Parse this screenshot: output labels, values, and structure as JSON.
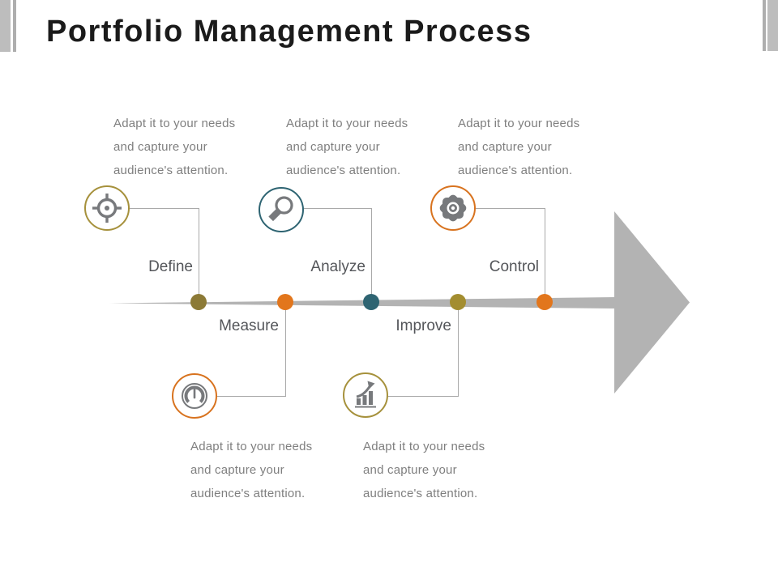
{
  "slide": {
    "title": "Portfolio Management Process"
  },
  "colors": {
    "title_text": "#1b1b1b",
    "label_text": "#54565a",
    "body_text": "#7f7f7f",
    "arrow": "#b3b3b3",
    "connector": "#a9a9a9",
    "icon": "#77797c",
    "corner_bar_wide": "#bdbdbd",
    "corner_bar_thin": "#aeaeae"
  },
  "stages": [
    {
      "name": "Define",
      "icon": "crosshair-target-icon",
      "accent": "#a6913c",
      "dot": "#8c7a36",
      "placement": "above",
      "description": "Adapt it to your needs and capture your audience's attention."
    },
    {
      "name": "Measure",
      "icon": "gauge-icon",
      "accent": "#d8731f",
      "dot": "#e2761c",
      "placement": "below",
      "description": "Adapt it to your needs and capture your audience's attention."
    },
    {
      "name": "Analyze",
      "icon": "magnifier-icon",
      "accent": "#2e6472",
      "dot": "#2e6472",
      "placement": "above",
      "description": "Adapt it to your needs and capture your audience's attention."
    },
    {
      "name": "Improve",
      "icon": "bar-chart-growth-icon",
      "accent": "#a6913c",
      "dot": "#a38d30",
      "placement": "below",
      "description": "Adapt it to your needs and capture your audience's attention."
    },
    {
      "name": "Control",
      "icon": "gear-icon",
      "accent": "#d8731f",
      "dot": "#e2761c",
      "placement": "above",
      "description": "Adapt it to your needs and capture your audience's attention."
    }
  ]
}
